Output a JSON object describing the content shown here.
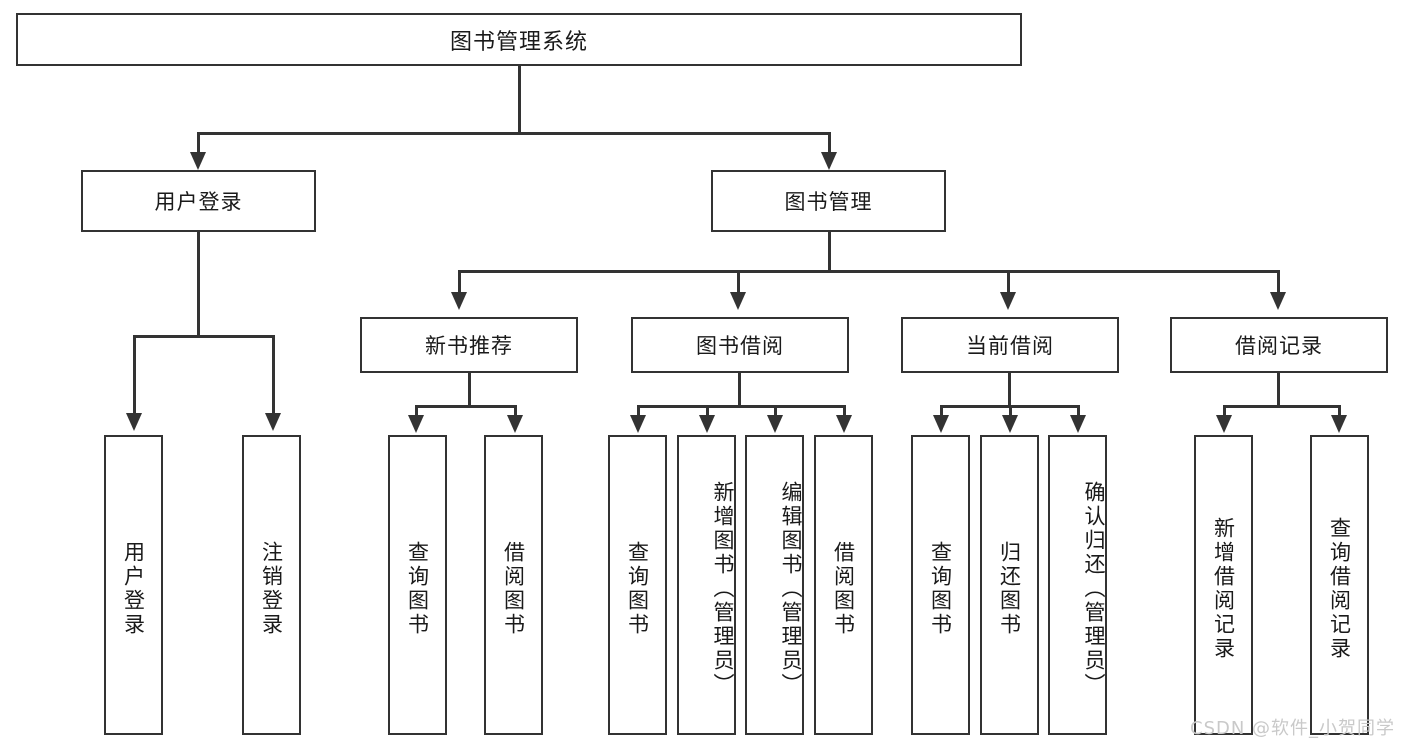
{
  "diagram": {
    "title": "图书管理系统",
    "type": "tree",
    "root": {
      "label": "图书管理系统"
    },
    "level2": [
      {
        "label": "用户登录"
      },
      {
        "label": "图书管理"
      }
    ],
    "level3": [
      {
        "label": "新书推荐"
      },
      {
        "label": "图书借阅"
      },
      {
        "label": "当前借阅"
      },
      {
        "label": "借阅记录"
      }
    ],
    "leaves": {
      "user_login": [
        {
          "label": "用户登录"
        },
        {
          "label": "注销登录"
        }
      ],
      "new_book_recommend": [
        {
          "label": "查询图书"
        },
        {
          "label": "借阅图书"
        }
      ],
      "book_borrow": [
        {
          "label": "查询图书"
        },
        {
          "label": "新增图书（管理员）"
        },
        {
          "label": "编辑图书（管理员）"
        },
        {
          "label": "借阅图书"
        }
      ],
      "current_borrow": [
        {
          "label": "查询图书"
        },
        {
          "label": "归还图书"
        },
        {
          "label": "确认归还（管理员）"
        }
      ],
      "borrow_record": [
        {
          "label": "新增借阅记录"
        },
        {
          "label": "查询借阅记录"
        }
      ]
    }
  },
  "watermark": {
    "text": "CSDN @软件_小贺同学"
  },
  "colors": {
    "stroke": "#333333",
    "text": "#1a1a1a",
    "background": "#ffffff",
    "watermark": "#c9c9c9"
  }
}
